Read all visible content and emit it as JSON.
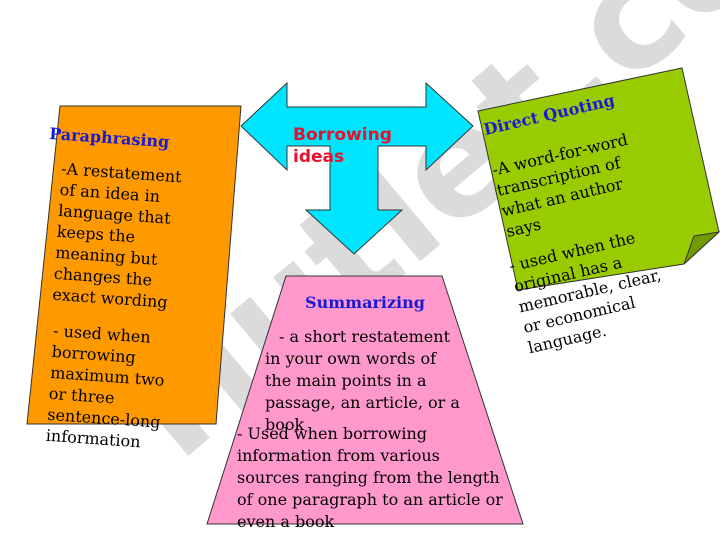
{
  "watermark": {
    "text": "Hutlet.com",
    "color": "#c8c8c8",
    "accent": "#d9c6f0"
  },
  "center": {
    "label": "Borrowing ideas",
    "color": "#00e5ff",
    "label_color": "#e8102a"
  },
  "paraphrasing": {
    "title": "Paraphrasing",
    "definition": "-A restatement of an idea in language that keeps the meaning but changes the exact wording",
    "usage": "- used when borrowing maximum two or three sentence-long information",
    "color": "#ff9900"
  },
  "direct_quoting": {
    "title": "Direct Quoting",
    "definition": "-A word-for-word transcription of what an author says",
    "usage": "- used when the original has a memorable, clear, or economical language.",
    "color": "#99cc00"
  },
  "summarizing": {
    "title": "Summarizing",
    "definition": "- a short restatement in your own words of the main points in a passage, an article, or a book",
    "usage": "- Used when borrowing information from various sources ranging from the length of one paragraph to an article or even  a book",
    "color": "#ff99cc"
  }
}
